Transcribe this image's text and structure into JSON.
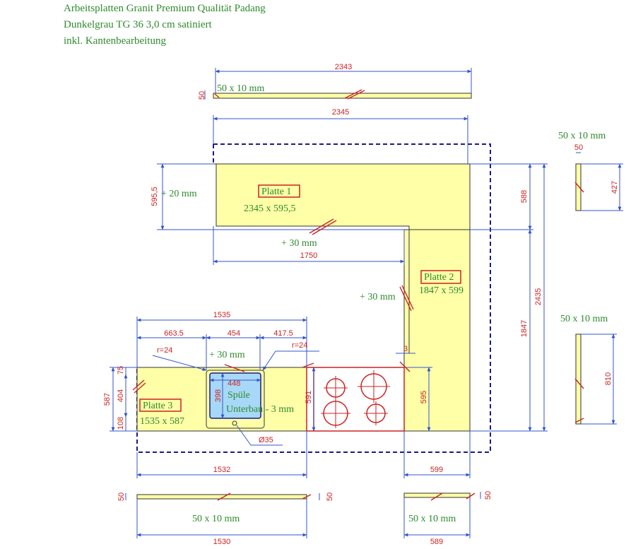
{
  "header": {
    "line1": "Arbeitsplatten Granit Premium Qualität Padang",
    "line2": "Dunkelgrau TG 36 3,0 cm satiniert",
    "line3": "inkl. Kantenbearbeitung"
  },
  "plates": {
    "p1": {
      "title": "Platte 1",
      "size": "2345 x 595,5"
    },
    "p2": {
      "title": "Platte 2",
      "size": "1847 x 599"
    },
    "p3": {
      "title": "Platte 3",
      "size": "1535 x 587"
    }
  },
  "strips": {
    "top": {
      "label": "50 x 10 mm",
      "length": "2343",
      "height": "50"
    },
    "right_upper": {
      "label": "50 x 10 mm",
      "width": "50",
      "length": "427"
    },
    "right_lower": {
      "label": "50 x 10 mm",
      "length": "810"
    },
    "bottom_left": {
      "label": "50 x 10 mm",
      "length": "1530",
      "h_left": "50",
      "h_right": "50"
    },
    "bottom_right": {
      "label": "50 x 10 mm",
      "length": "589",
      "h_right": "50"
    }
  },
  "dims": {
    "top_overall": "2345",
    "p1_depth": "595,5",
    "p1_right_depth": "588",
    "overall_height": "2435",
    "p2_length": "1847",
    "inner_1750": "1750",
    "p3_width": "1535",
    "d663": "663.5",
    "d454": "454",
    "d417": "417.5",
    "r_left": "r=24",
    "r_right": "r=24",
    "sink_w": "448",
    "sink_h": "398",
    "p3_587": "587",
    "p3_404": "404",
    "p3_75": "75",
    "p3_108": "108",
    "hob_591": "591",
    "hob_595": "595",
    "hole": "Ø35",
    "bottom_1532": "1532",
    "bottom_599": "599",
    "small_tick": "3"
  },
  "annotations": {
    "plus20": "+ 20 mm",
    "plus30_top": "+ 30 mm",
    "plus30_side": "+ 30 mm",
    "plus30_sink": "+ 30 mm",
    "sink_label": "Spüle",
    "sink_mount": "Unterbau - 3 mm"
  },
  "colors": {
    "slab": "#ffffa8",
    "dimension": "#cc2222",
    "line": "#3355cc",
    "text": "#2e8b2e",
    "sink": "#a8d8f8",
    "outline": "#1a1a8a"
  }
}
